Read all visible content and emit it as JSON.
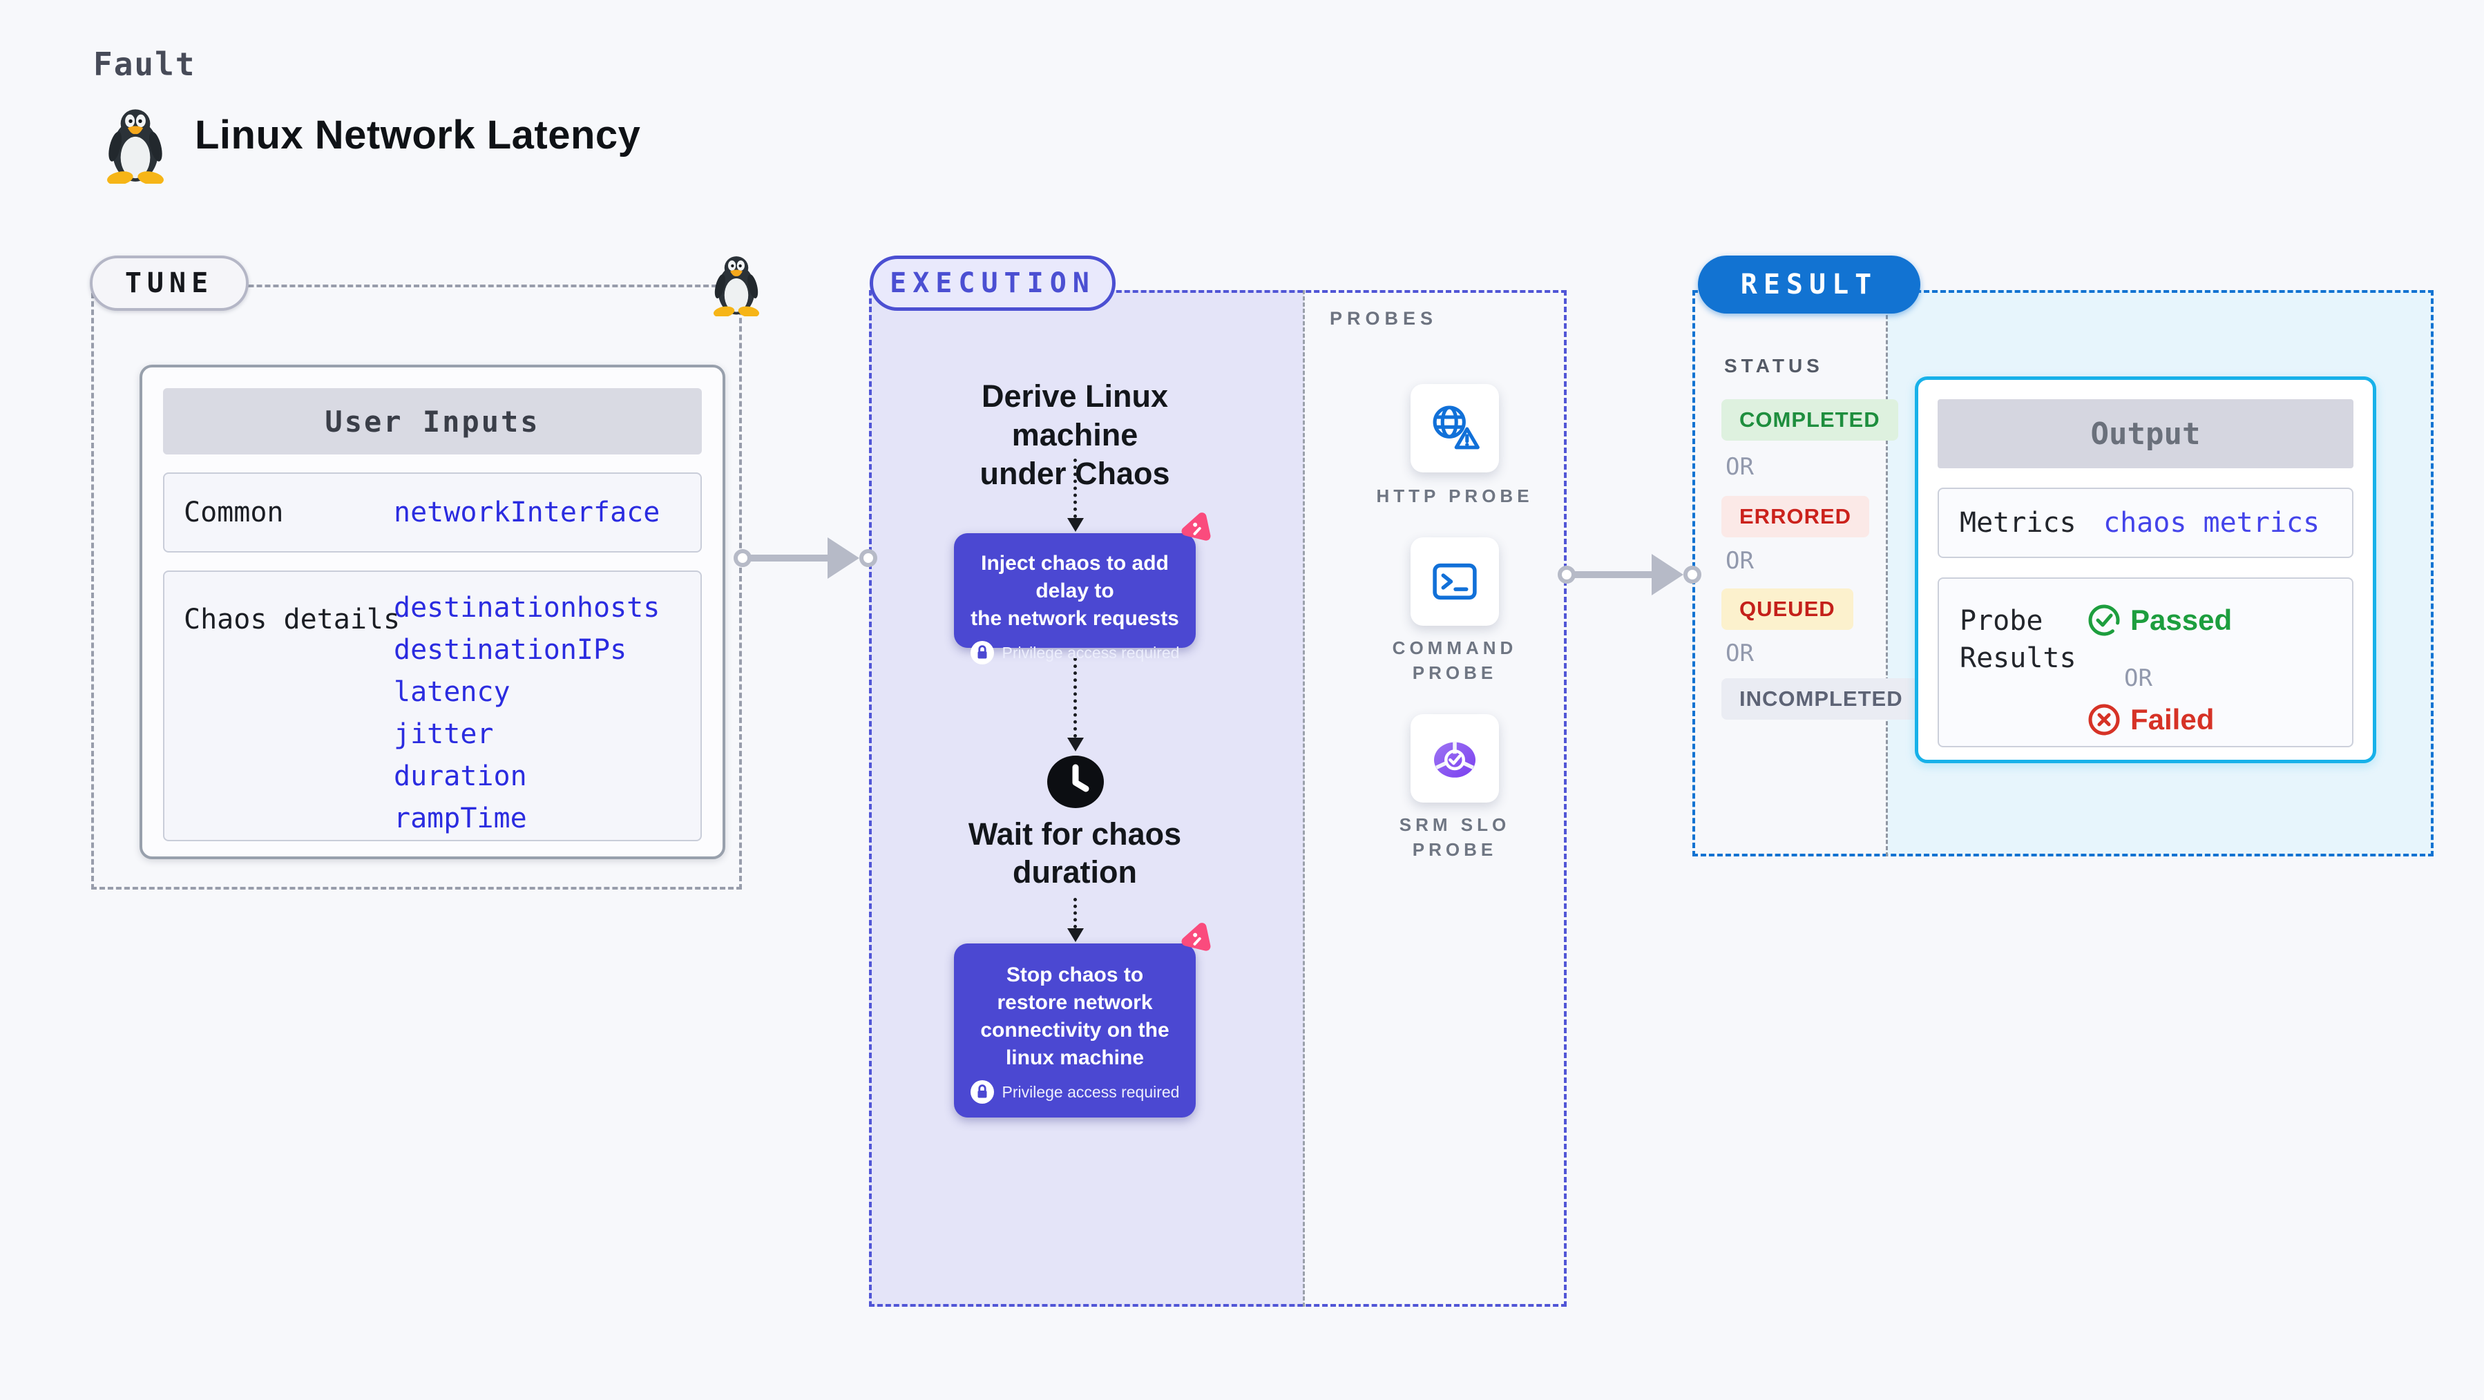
{
  "header": {
    "kicker": "Fault",
    "title": "Linux Network Latency",
    "platform_icon": "tux-penguin"
  },
  "tune": {
    "badge": "TUNE",
    "card": {
      "header": "User Inputs",
      "rows": [
        {
          "label": "Common",
          "values": [
            "networkInterface"
          ]
        },
        {
          "label": "Chaos details",
          "values": [
            "destinationhosts",
            "destinationIPs",
            "latency",
            "jitter",
            "duration",
            "rampTime"
          ]
        }
      ]
    }
  },
  "execution": {
    "badge": "EXECUTION",
    "derive_lines": [
      "Derive Linux machine",
      "under Chaos"
    ],
    "inject_lines": [
      "Inject chaos to add delay to",
      "the network requests"
    ],
    "wait_lines": [
      "Wait for chaos",
      "duration"
    ],
    "stop_lines": [
      "Stop chaos to",
      "restore network",
      "connectivity on the",
      "linux machine"
    ],
    "privilege_note": "Privilege access required"
  },
  "probes": {
    "label": "PROBES",
    "items": [
      {
        "name": "HTTP PROBE",
        "icon": "globe-warning-icon"
      },
      {
        "name": "COMMAND PROBE",
        "icon": "terminal-icon"
      },
      {
        "name": "SRM SLO PROBE",
        "icon": "slo-pie-icon"
      }
    ]
  },
  "result": {
    "badge": "RESULT",
    "status_label": "STATUS",
    "or_label": "OR",
    "statuses": [
      {
        "label": "COMPLETED",
        "bg": "#def1df",
        "color": "#1e8e3e"
      },
      {
        "label": "ERRORED",
        "bg": "#fbe9e7",
        "color": "#cb221c"
      },
      {
        "label": "QUEUED",
        "bg": "#fcf1cd",
        "color": "#c4201a"
      },
      {
        "label": "INCOMPLETED",
        "bg": "#eaecf3",
        "color": "#5d6375"
      }
    ],
    "output": {
      "header": "Output",
      "metrics_label": "Metrics",
      "metrics_value": "chaos metrics",
      "probe_results_label": "Probe Results",
      "passed": "Passed",
      "failed": "Failed"
    }
  },
  "colors": {
    "page_bg": "#f7f8fb",
    "execution_accent": "#4b4fd2",
    "execution_lavender": "#e4e4f8",
    "result_accent": "#1273d2",
    "result_cyan_bg": "#e7f5fc",
    "output_border": "#17b1e9",
    "node_purple": "#4b48d2",
    "chaos_pink": "#fa4b7d",
    "value_blue": "#2b2ce0",
    "metrics_blue": "#4444ea",
    "passed_green": "#1d9e3e",
    "failed_red": "#d63226",
    "probe_icon_blue": "#1170d8",
    "arrow_gray": "#b6bac7"
  }
}
